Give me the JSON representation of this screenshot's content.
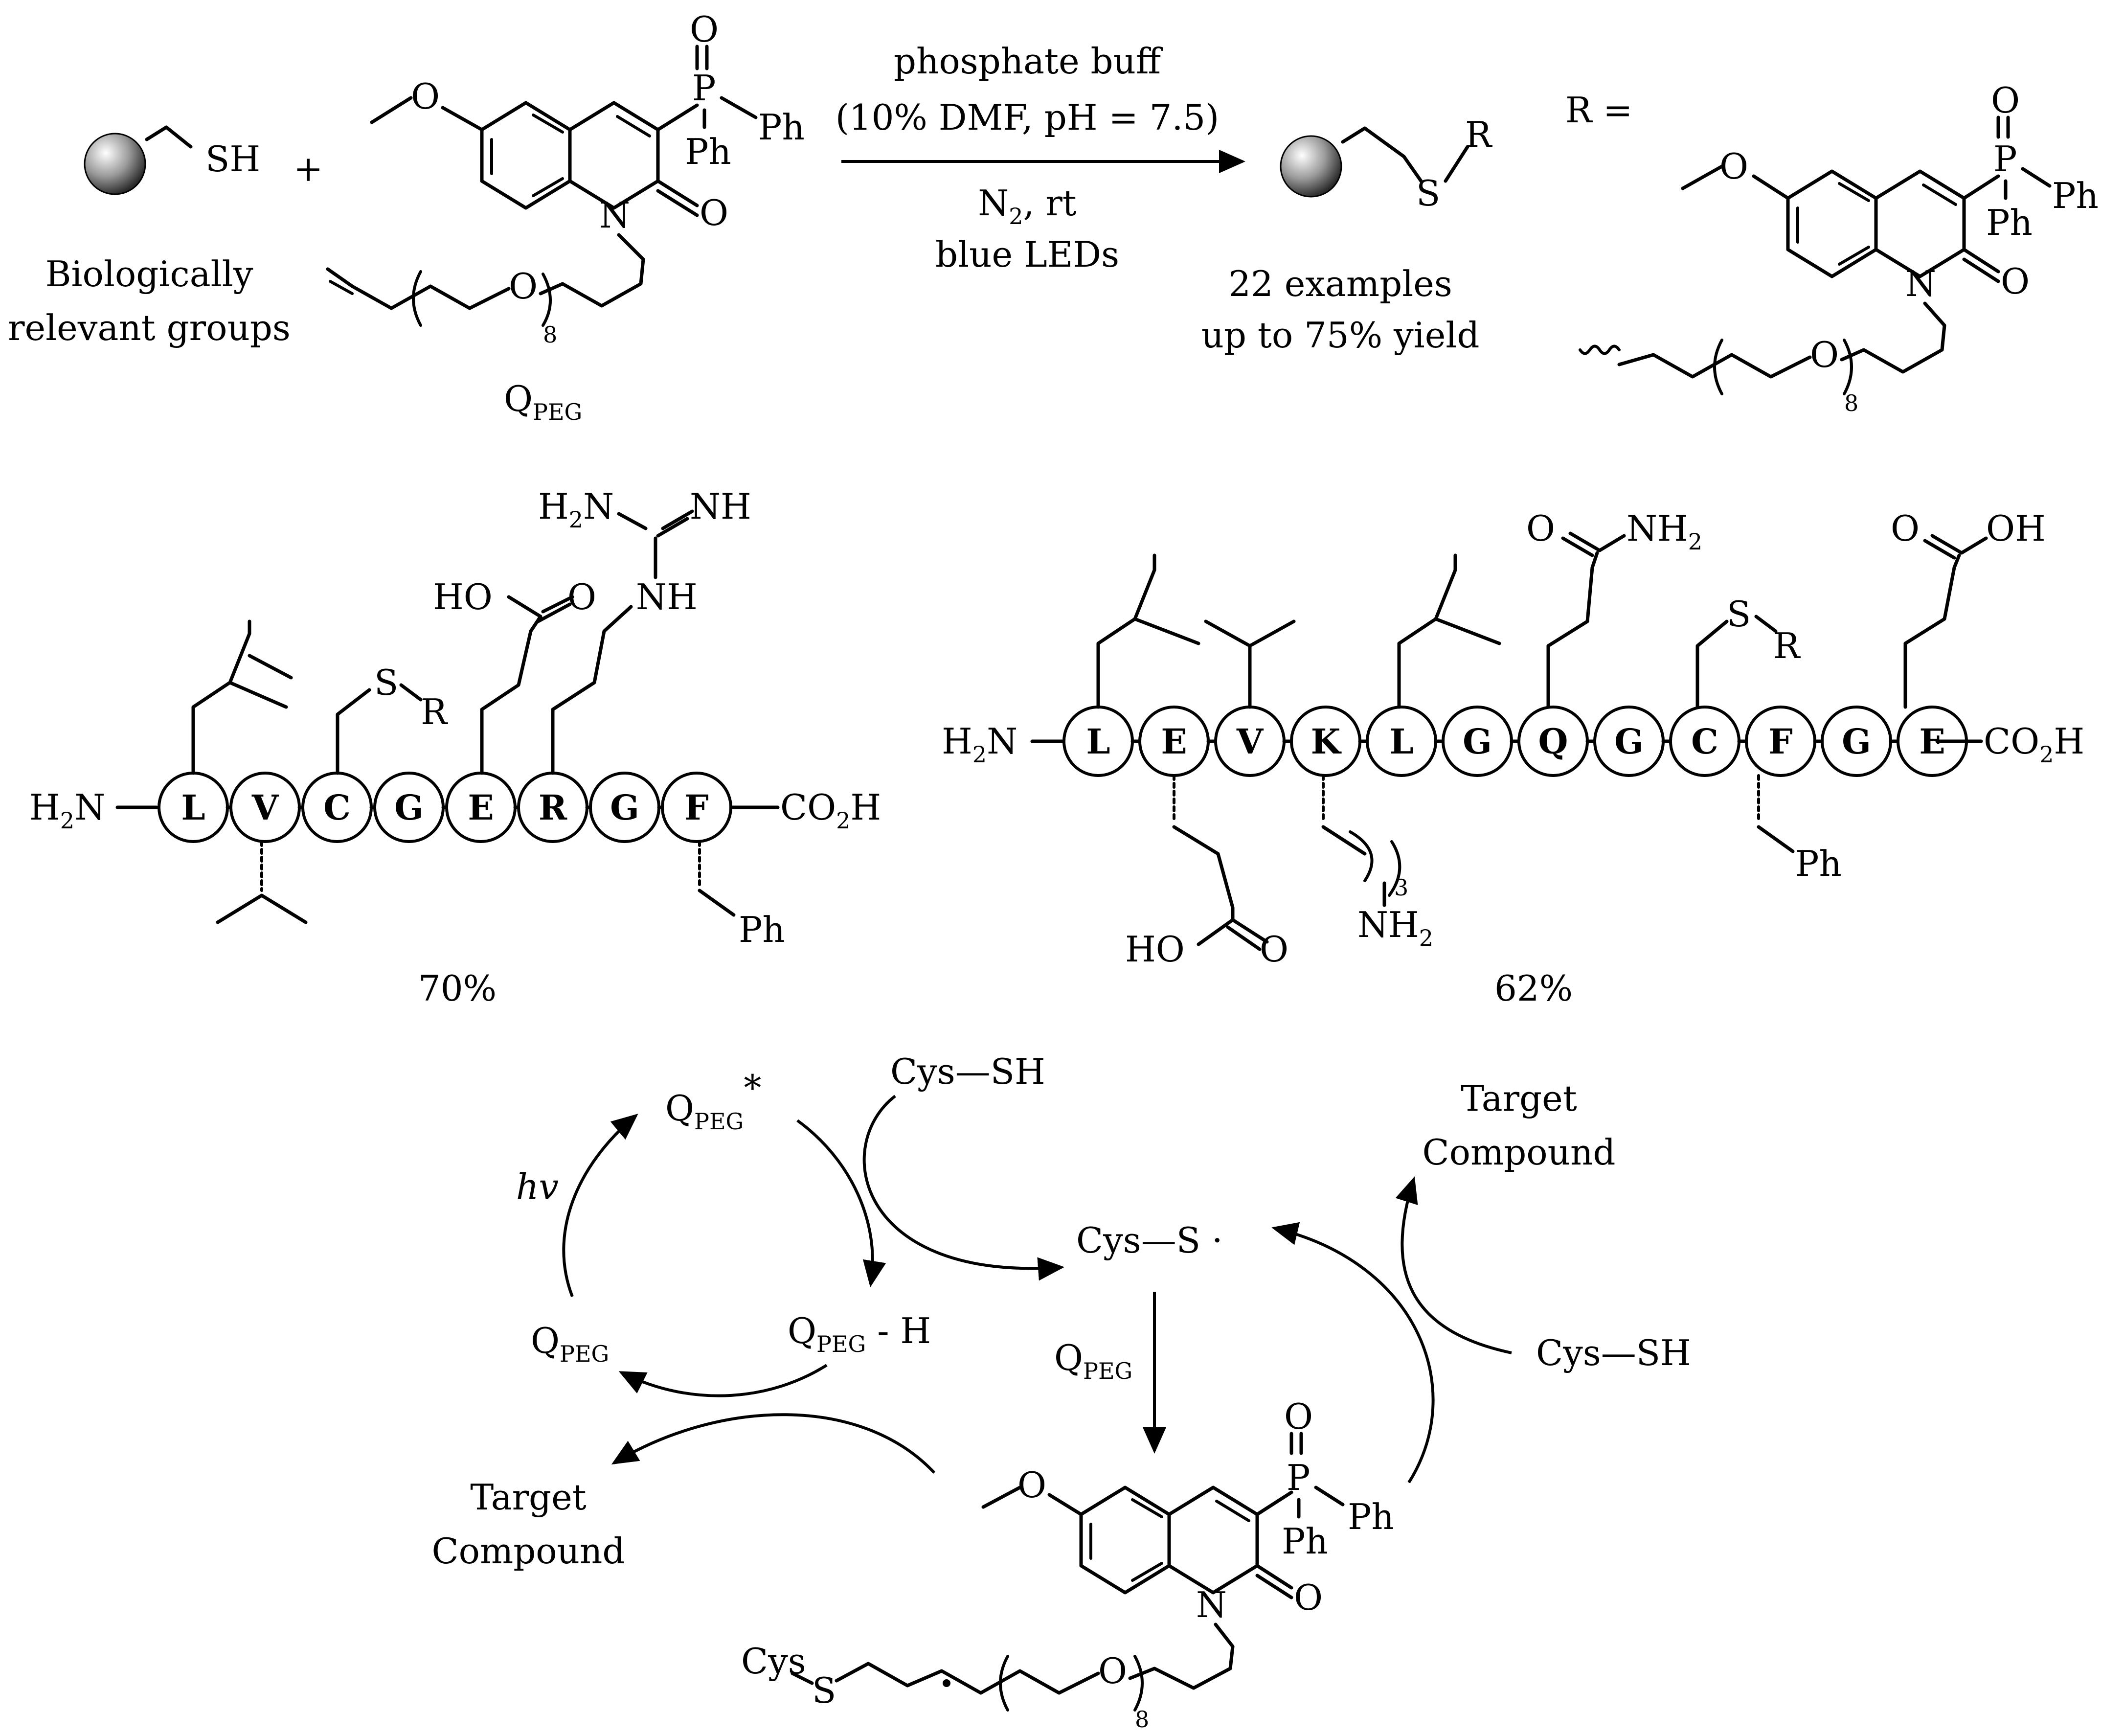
{
  "scheme": {
    "reagent_labels": {
      "thiol": "SH",
      "plus": "+",
      "substrate_caption_line1": "Biologically",
      "substrate_caption_line2": "relevant groups",
      "catalyst_name": "Q",
      "catalyst_sub": "PEG",
      "peg_repeat": "8",
      "r_equals": "R =",
      "product_R": "R",
      "product_S": "S"
    },
    "conditions": {
      "line1": "phosphate buff",
      "line2": "(10% DMF, pH = 7.5)",
      "line3_main": "N",
      "line3_sub": "2",
      "line3_rest": ", rt",
      "line4": "blue LEDs"
    },
    "outcome": {
      "line1": "22 examples",
      "line2": "up to 75% yield"
    },
    "atoms": {
      "O": "O",
      "P": "P",
      "N": "N",
      "Ph": "Ph"
    },
    "peptide1": {
      "residues": [
        "L",
        "V",
        "C",
        "G",
        "E",
        "R",
        "G",
        "F"
      ],
      "n_term_H": "H",
      "n_term_sub": "2",
      "n_term_N": "N",
      "c_term_CO": "CO",
      "c_term_sub": "2",
      "c_term_H": "H",
      "yield": "70%",
      "labels": {
        "sr_S": "S",
        "sr_R": "R",
        "ho": "HO",
        "o": "O",
        "h2n_H": "H",
        "h2n_sub": "2",
        "h2n_N": "N",
        "nh": "NH",
        "nh2": "NH",
        "ph": "Ph"
      }
    },
    "peptide2": {
      "residues": [
        "L",
        "E",
        "V",
        "K",
        "L",
        "G",
        "Q",
        "G",
        "C",
        "F",
        "G",
        "E"
      ],
      "yield": "62%",
      "labels": {
        "o": "O",
        "nh2_N": "NH",
        "nh2_sub": "2",
        "oh": "OH",
        "sr_S": "S",
        "sr_R": "R",
        "ho": "HO",
        "sub3": "3",
        "ph": "Ph"
      }
    },
    "mechanism": {
      "q_excited_star": "*",
      "hv": "hv",
      "q_h_suffix": " - H",
      "cys_sh": "Cys—SH",
      "cys_s_radical": "Cys—S ·",
      "target_line1": "Target",
      "target_line2": "Compound",
      "cys": "Cys",
      "s": "S"
    }
  }
}
